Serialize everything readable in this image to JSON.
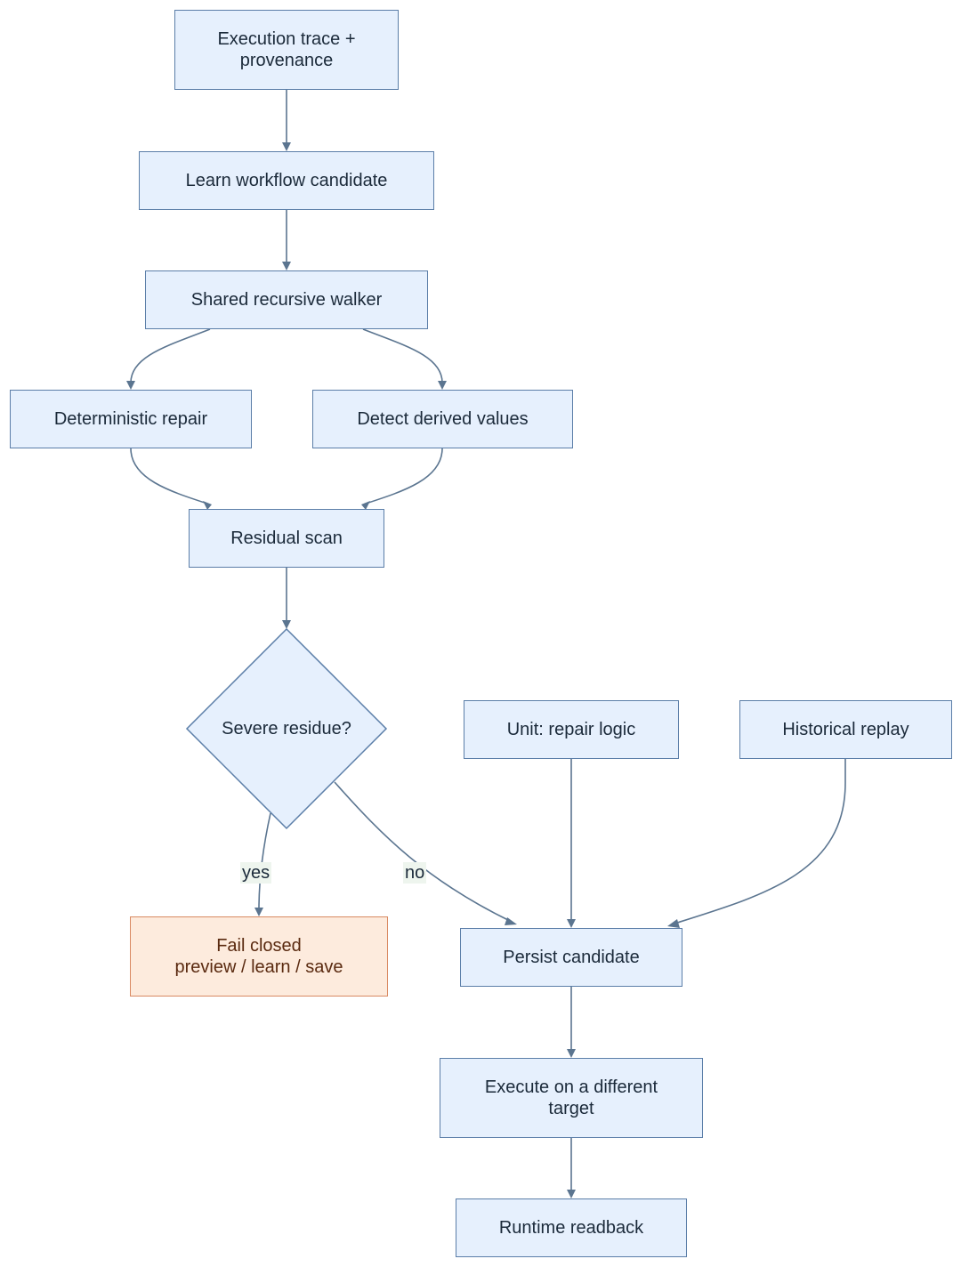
{
  "nodes": {
    "execution_trace": "Execution trace +\nprovenance",
    "learn_workflow": "Learn workflow candidate",
    "shared_walker": "Shared recursive walker",
    "deterministic_repair": "Deterministic repair",
    "detect_derived": "Detect derived values",
    "residual_scan": "Residual scan",
    "severe_residue": "Severe residue?",
    "unit_repair_logic": "Unit: repair logic",
    "historical_replay": "Historical replay",
    "fail_closed": "Fail closed\npreview / learn / save",
    "persist_candidate": "Persist candidate",
    "execute_different_target": "Execute on a different\ntarget",
    "runtime_readback": "Runtime readback"
  },
  "edge_labels": {
    "yes": "yes",
    "no": "no"
  },
  "colors": {
    "node_fill": "#e6f0fd",
    "node_border": "#5b7ea8",
    "fail_fill": "#fdebdd",
    "fail_border": "#d98a63",
    "edge": "#5b7590"
  }
}
